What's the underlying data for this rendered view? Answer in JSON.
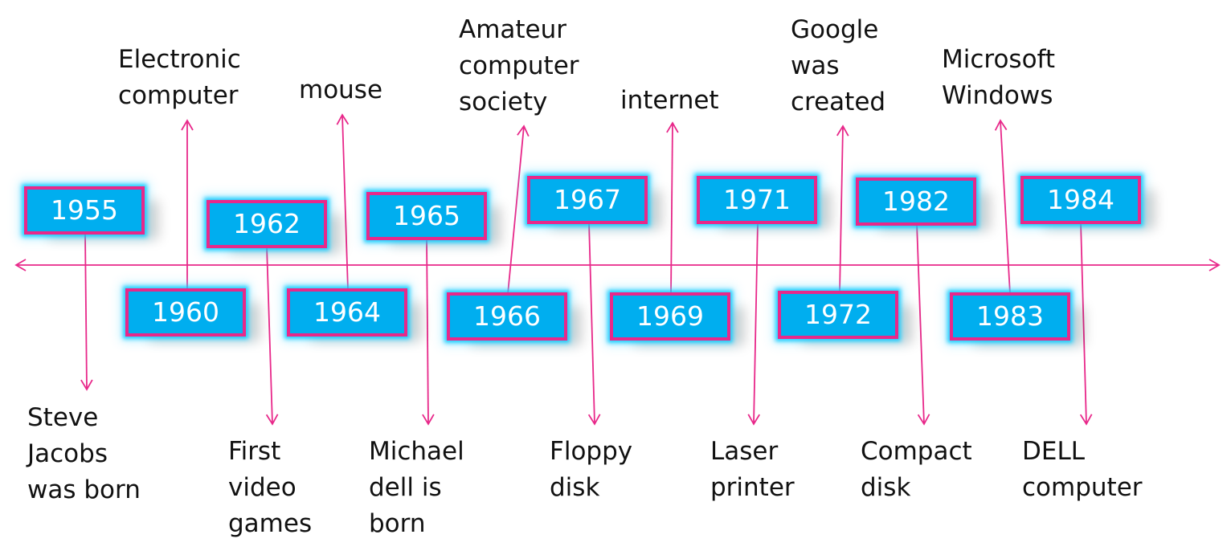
{
  "timeline": {
    "events": [
      {
        "year": "1955",
        "label": "Steve\nJacobs\nwas born",
        "side": "below"
      },
      {
        "year": "1960",
        "label": "Electronic\ncomputer",
        "side": "above"
      },
      {
        "year": "1962",
        "label": "First\nvideo\ngames",
        "side": "below"
      },
      {
        "year": "1964",
        "label": "mouse",
        "side": "above"
      },
      {
        "year": "1965",
        "label": "Michael\ndell is\nborn",
        "side": "below"
      },
      {
        "year": "1966",
        "label": "Amateur\ncomputer\nsociety",
        "side": "above"
      },
      {
        "year": "1967",
        "label": "Floppy\ndisk",
        "side": "below"
      },
      {
        "year": "1969",
        "label": "internet",
        "side": "above"
      },
      {
        "year": "1971",
        "label": "Laser\nprinter",
        "side": "below"
      },
      {
        "year": "1972",
        "label": "Google\nwas\ncreated",
        "side": "above"
      },
      {
        "year": "1982",
        "label": "Compact\ndisk",
        "side": "below"
      },
      {
        "year": "1983",
        "label": "Microsoft\nWindows",
        "side": "above"
      },
      {
        "year": "1984",
        "label": "DELL\ncomputer",
        "side": "below"
      }
    ]
  },
  "colors": {
    "box_fill": "#00aeef",
    "box_border": "#e8288a",
    "connector": "#e8288a",
    "box_text": "#ffffff",
    "label_text": "#111111"
  }
}
